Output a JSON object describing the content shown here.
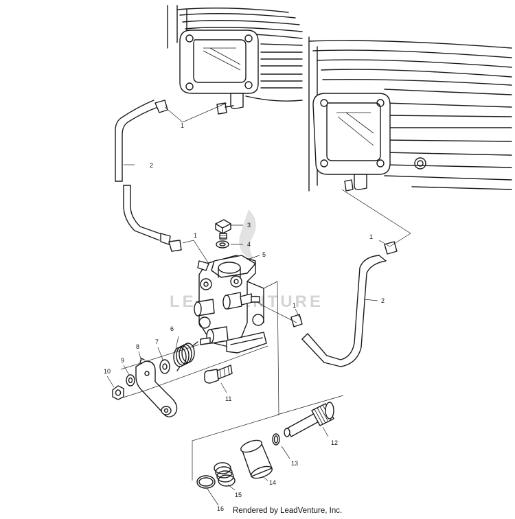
{
  "credit": "Rendered by LeadVenture, Inc.",
  "watermark": "LEADVENTURE",
  "callouts": [
    "1",
    "2",
    "3",
    "4",
    "5",
    "1",
    "1",
    "2",
    "6",
    "7",
    "8",
    "9",
    "10",
    "11",
    "12",
    "13",
    "14",
    "15",
    "16",
    "1"
  ],
  "colors": {
    "ink": "#1a1a1a",
    "watermark": "#d4d4d4",
    "background": "#ffffff"
  }
}
